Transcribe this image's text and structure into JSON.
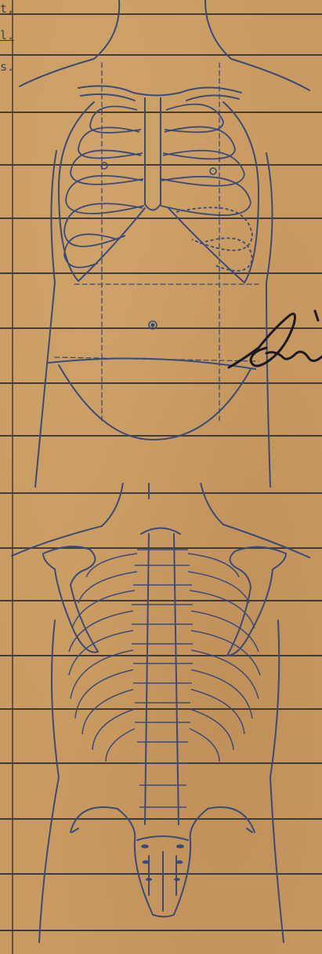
{
  "margin_text_fragments": [
    "t,",
    "l.",
    "s."
  ],
  "colors": {
    "paper": "#c89a60",
    "rule_line": "#2b2b33",
    "drawing_ink": "#3b4a7a",
    "handwriting_ink": "#1a1a24"
  },
  "figures": [
    "torso-front-ribcage-diagram",
    "torso-back-spine-diagram"
  ],
  "handwriting_signature_present": true
}
